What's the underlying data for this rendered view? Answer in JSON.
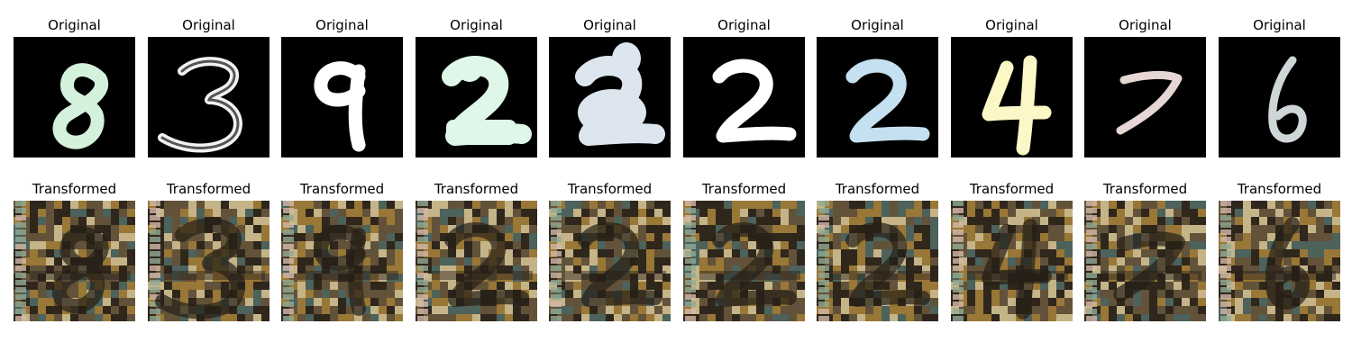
{
  "figure": {
    "panels": [
      {
        "original_label": "Original",
        "transformed_label": "Transformed",
        "digit": "8",
        "stroke_color": "#d4f1dc",
        "style": "thick"
      },
      {
        "original_label": "Original",
        "transformed_label": "Transformed",
        "digit": "3",
        "stroke_color": "#f2f2f2",
        "style": "outline"
      },
      {
        "original_label": "Original",
        "transformed_label": "Transformed",
        "digit": "9",
        "stroke_color": "#ffffff",
        "style": "thick"
      },
      {
        "original_label": "Original",
        "transformed_label": "Transformed",
        "digit": "2",
        "stroke_color": "#dff7e8",
        "style": "blob"
      },
      {
        "original_label": "Original",
        "transformed_label": "Transformed",
        "digit": "2",
        "stroke_color": "#dde6ef",
        "style": "blob"
      },
      {
        "original_label": "Original",
        "transformed_label": "Transformed",
        "digit": "2",
        "stroke_color": "#ffffff",
        "style": "thick"
      },
      {
        "original_label": "Original",
        "transformed_label": "Transformed",
        "digit": "2",
        "stroke_color": "#c5e0f0",
        "style": "thick"
      },
      {
        "original_label": "Original",
        "transformed_label": "Transformed",
        "digit": "4",
        "stroke_color": "#fbf7c7",
        "style": "thick"
      },
      {
        "original_label": "Original",
        "transformed_label": "Transformed",
        "digit": "7",
        "stroke_color": "#e6d6d4",
        "style": "thin"
      },
      {
        "original_label": "Original",
        "transformed_label": "Transformed",
        "digit": "6",
        "stroke_color": "#cfd6d8",
        "style": "thin"
      }
    ],
    "transformed_palette": {
      "base": "#6b5a3e",
      "dark": "#2a221a",
      "light": "#e8d7a3",
      "warm": "#b08a3c",
      "teal": "#4f6f6a"
    }
  }
}
